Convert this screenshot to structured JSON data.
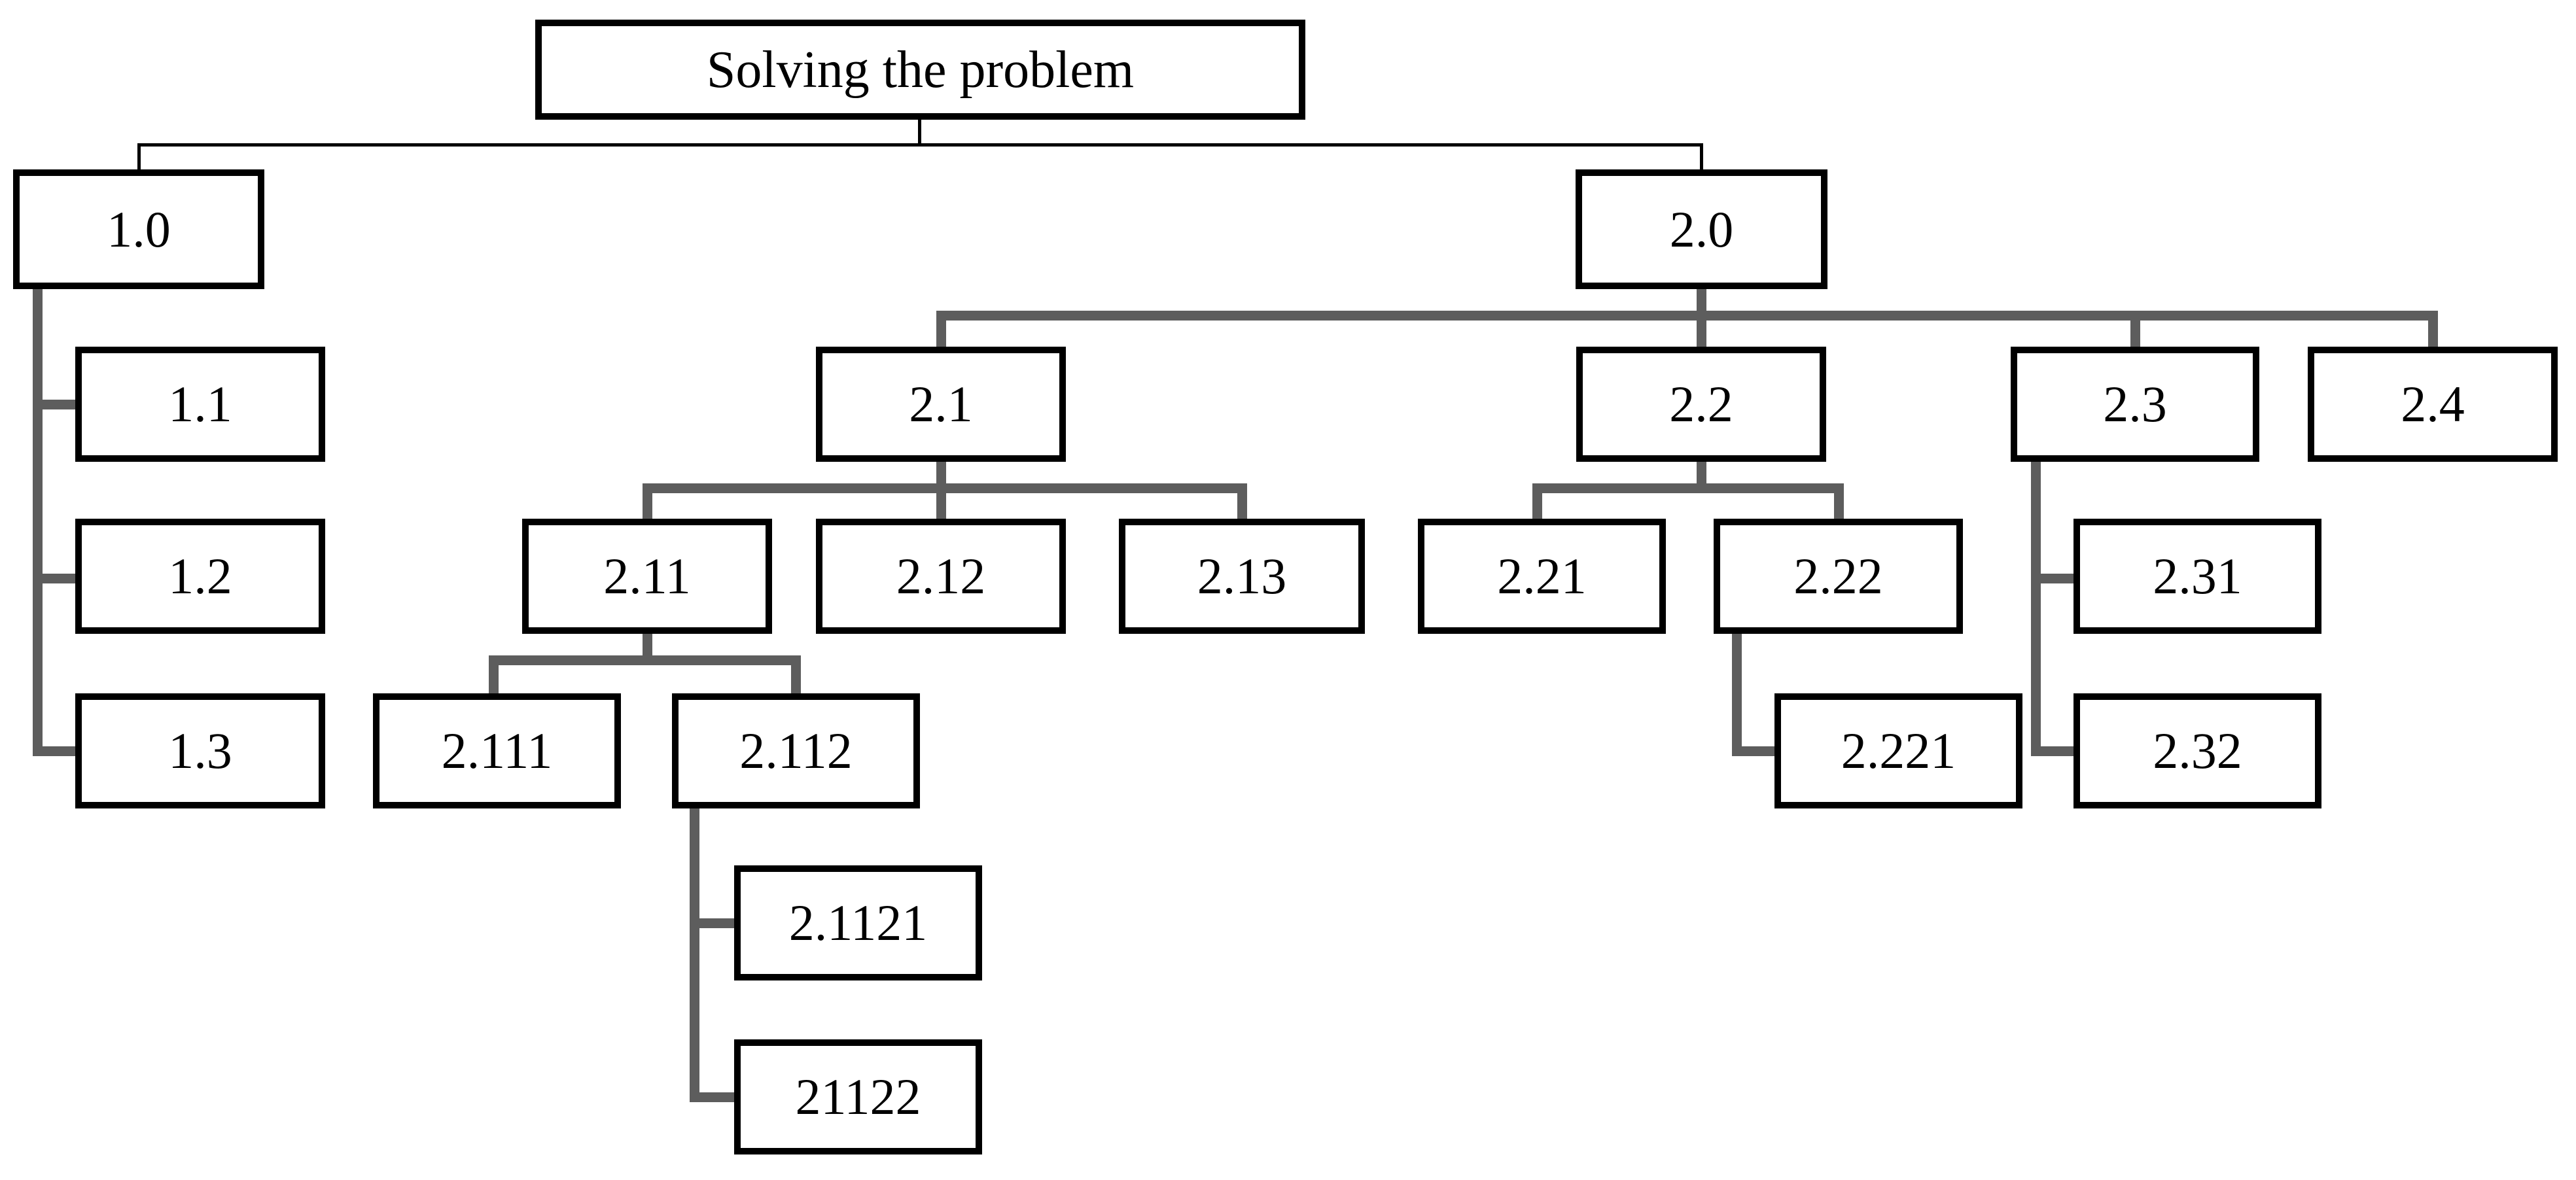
{
  "diagram": {
    "title_node": {
      "label": "Solving the problem"
    },
    "colors": {
      "background": "#ffffff",
      "box_fill": "#ffffff",
      "box_border": "#000000",
      "text": "#000000",
      "line_black": "#000000",
      "line_gray": "#5d5d5d"
    },
    "nodes": {
      "n1_0": {
        "label": "1.0"
      },
      "n1_1": {
        "label": "1.1"
      },
      "n1_2": {
        "label": "1.2"
      },
      "n1_3": {
        "label": "1.3"
      },
      "n2_0": {
        "label": "2.0"
      },
      "n2_1": {
        "label": "2.1"
      },
      "n2_2": {
        "label": "2.2"
      },
      "n2_3": {
        "label": "2.3"
      },
      "n2_4": {
        "label": "2.4"
      },
      "n2_11": {
        "label": "2.11"
      },
      "n2_12": {
        "label": "2.12"
      },
      "n2_13": {
        "label": "2.13"
      },
      "n2_21": {
        "label": "2.21"
      },
      "n2_22": {
        "label": "2.22"
      },
      "n2_31": {
        "label": "2.31"
      },
      "n2_32": {
        "label": "2.32"
      },
      "n2_111": {
        "label": "2.111"
      },
      "n2_112": {
        "label": "2.112"
      },
      "n2_221": {
        "label": "2.221"
      },
      "n2_1121": {
        "label": "2.1121"
      },
      "n21122": {
        "label": "21122"
      }
    },
    "hierarchy": [
      {
        "parent": "Solving the problem",
        "children": [
          "1.0",
          "2.0"
        ]
      },
      {
        "parent": "1.0",
        "children": [
          "1.1",
          "1.2",
          "1.3"
        ]
      },
      {
        "parent": "2.0",
        "children": [
          "2.1",
          "2.2",
          "2.3",
          "2.4"
        ]
      },
      {
        "parent": "2.1",
        "children": [
          "2.11",
          "2.12",
          "2.13"
        ]
      },
      {
        "parent": "2.11",
        "children": [
          "2.111",
          "2.112"
        ]
      },
      {
        "parent": "2.112",
        "children": [
          "2.1121",
          "21122"
        ]
      },
      {
        "parent": "2.2",
        "children": [
          "2.21",
          "2.22"
        ]
      },
      {
        "parent": "2.22",
        "children": [
          "2.221"
        ]
      },
      {
        "parent": "2.3",
        "children": [
          "2.31",
          "2.32"
        ]
      }
    ]
  }
}
